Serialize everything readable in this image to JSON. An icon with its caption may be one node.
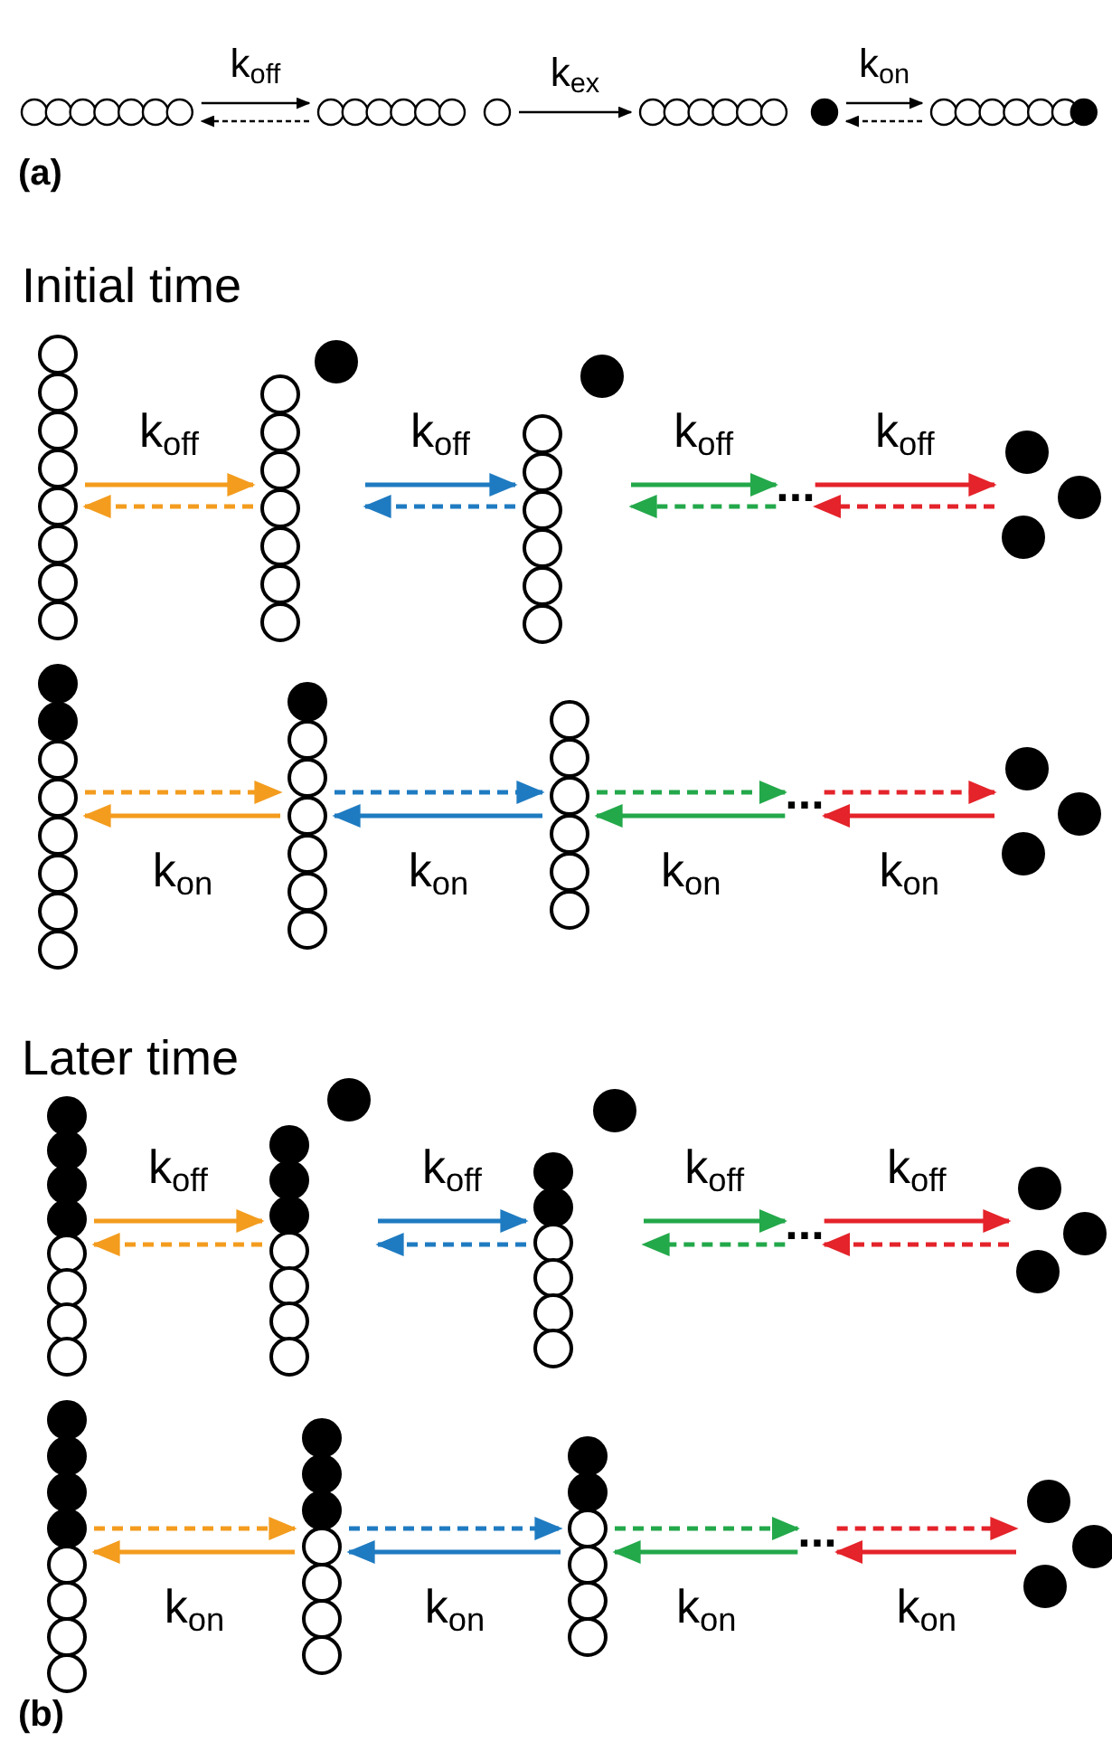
{
  "diagram": {
    "nodes": [
      {
        "text": [],
        "shape": "picture"
      },
      {
        "text": [],
        "shape": "picture"
      },
      {
        "text": [],
        "shape": "picture"
      },
      {
        "text": [],
        "shape": "picture"
      },
      {
        "text": [],
        "shape": "picture"
      },
      {
        "text": [],
        "shape": "picture"
      },
      {
        "text": [],
        "shape": "picture"
      },
      {
        "text": [
          "..."
        ]
      },
      {
        "text": [],
        "shape": "picture"
      },
      {
        "text": [],
        "shape": "picture"
      },
      {
        "text": [],
        "shape": "picture"
      },
      {
        "text": [],
        "shape": "picture"
      },
      {
        "text": [
          "..."
        ]
      },
      {
        "text": [],
        "shape": "picture"
      },
      {
        "text": [],
        "shape": "picture"
      },
      {
        "text": [],
        "shape": "picture"
      },
      {
        "text": [],
        "shape": "picture"
      },
      {
        "text": [
          "..."
        ]
      },
      {
        "text": [],
        "shape": "picture"
      },
      {
        "text": [],
        "shape": "picture"
      },
      {
        "text": [],
        "shape": "picture"
      },
      {
        "text": [],
        "shape": "picture"
      },
      {
        "text": [
          "..."
        ]
      },
      {
        "text": [],
        "shape": "picture"
      }
    ],
    "edges": [
      {
        "from": 0,
        "to": 1,
        "arrow": "to",
        "label": "k$_{off}$",
        "color": "#000000"
      },
      {
        "from": 1,
        "to": 0,
        "arrow": "to",
        "style": "dashed",
        "color": "#000000"
      },
      {
        "from": 1,
        "to": 2,
        "arrow": "to",
        "label": "k$_{ex}$",
        "color": "#000000"
      },
      {
        "from": 2,
        "to": 3,
        "arrow": "to",
        "label": "k$_{on}$",
        "color": "#000000"
      },
      {
        "from": 3,
        "to": 2,
        "arrow": "to",
        "style": "dashed",
        "color": "#000000"
      },
      {
        "from": 4,
        "to": 5,
        "arrow": "to",
        "label": "k$_{off}$",
        "color": "#f39c1e"
      },
      {
        "from": 5,
        "to": 4,
        "arrow": "to",
        "style": "dashed",
        "color": "#f39c1e"
      },
      {
        "from": 5,
        "to": 6,
        "arrow": "to",
        "label": "k$_{off}$",
        "color": "#1f7bc1"
      },
      {
        "from": 6,
        "to": 5,
        "arrow": "to",
        "style": "dashed",
        "color": "#1f7bc1"
      },
      {
        "from": 6,
        "to": 7,
        "arrow": "to",
        "label": "k$_{off}$",
        "color": "#23a84a"
      },
      {
        "from": 7,
        "to": 6,
        "arrow": "to",
        "style": "dashed",
        "color": "#23a84a"
      },
      {
        "from": 7,
        "to": 8,
        "arrow": "to",
        "label": "k$_{off}$",
        "color": "#e4232a"
      },
      {
        "from": 8,
        "to": 7,
        "arrow": "to",
        "style": "dashed",
        "color": "#e4232a"
      },
      {
        "from": 9,
        "to": 10,
        "arrow": "to",
        "style": "dashed",
        "color": "#f39c1e"
      },
      {
        "from": 10,
        "to": 9,
        "arrow": "to",
        "label": "k$_{on}$",
        "color": "#f39c1e"
      },
      {
        "from": 10,
        "to": 11,
        "arrow": "to",
        "style": "dashed",
        "color": "#1f7bc1"
      },
      {
        "from": 11,
        "to": 10,
        "arrow": "to",
        "label": "k$_{on}$",
        "color": "#1f7bc1"
      },
      {
        "from": 11,
        "to": 12,
        "arrow": "to",
        "style": "dashed",
        "color": "#23a84a"
      },
      {
        "from": 12,
        "to": 11,
        "arrow": "to",
        "label": "k$_{on}$",
        "color": "#23a84a"
      },
      {
        "from": 12,
        "to": 13,
        "arrow": "to",
        "style": "dashed",
        "color": "#e4232a"
      },
      {
        "from": 13,
        "to": 12,
        "arrow": "to",
        "label": "k$_{on}$",
        "color": "#e4232a"
      },
      {
        "from": 14,
        "to": 15,
        "arrow": "to",
        "label": "k$_{off}$",
        "color": "#f39c1e"
      },
      {
        "from": 15,
        "to": 14,
        "arrow": "to",
        "style": "dashed",
        "color": "#f39c1e"
      },
      {
        "from": 15,
        "to": 16,
        "arrow": "to",
        "label": "k$_{off}$",
        "color": "#1f7bc1"
      },
      {
        "from": 16,
        "to": 15,
        "arrow": "to",
        "style": "dashed",
        "color": "#1f7bc1"
      },
      {
        "from": 16,
        "to": 17,
        "arrow": "to",
        "label": "k$_{off}$",
        "color": "#23a84a"
      },
      {
        "from": 17,
        "to": 16,
        "arrow": "to",
        "style": "dashed",
        "color": "#23a84a"
      },
      {
        "from": 17,
        "to": 18,
        "arrow": "to",
        "label": "k$_{off}$",
        "color": "#e4232a"
      },
      {
        "from": 18,
        "to": 17,
        "arrow": "to",
        "style": "dashed",
        "color": "#e4232a"
      },
      {
        "from": 19,
        "to": 20,
        "arrow": "to",
        "style": "dashed",
        "color": "#f39c1e"
      },
      {
        "from": 20,
        "to": 19,
        "arrow": "to",
        "label": "k$_{on}$",
        "color": "#f39c1e"
      },
      {
        "from": 20,
        "to": 21,
        "arrow": "to",
        "style": "dashed",
        "color": "#1f7bc1"
      },
      {
        "from": 21,
        "to": 20,
        "arrow": "to",
        "label": "k$_{on}$",
        "color": "#1f7bc1"
      },
      {
        "from": 21,
        "to": 22,
        "arrow": "to",
        "style": "dashed",
        "color": "#23a84a"
      },
      {
        "from": 22,
        "to": 21,
        "arrow": "to",
        "label": "k$_{on}$",
        "color": "#23a84a"
      },
      {
        "from": 22,
        "to": 23,
        "arrow": "to",
        "style": "dashed",
        "color": "#e4232a"
      },
      {
        "from": 23,
        "to": 22,
        "arrow": "to",
        "label": "k$_{on}$",
        "color": "#e4232a"
      }
    ],
    "labels": [
      "(a)",
      "Initial time",
      "Later time",
      "(b)"
    ]
  }
}
